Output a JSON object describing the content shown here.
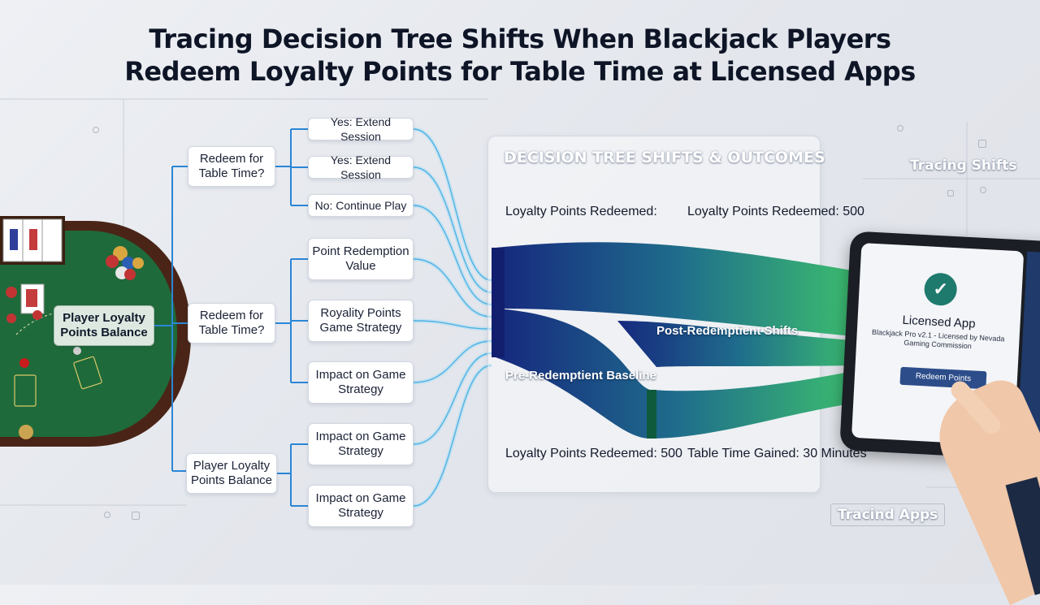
{
  "title": {
    "line1": "Tracing Decision Tree Shifts When Blackjack Players",
    "line2": "Redeem Loyalty Points for Table Time at Licensed Apps"
  },
  "tree": {
    "root": "Player Loyalty Points Balance",
    "level1": [
      "Redeem for Table Time?",
      "Redeem for Table Time?",
      "Player Loyalty Points Balance"
    ],
    "level2": [
      "Yes: Extend Session",
      "Yes: Extend Session",
      "No: Continue Play",
      "Point Redemption Value",
      "Royality Points Game Strategy",
      "Impact on Game Strategy",
      "Impact on Game Strategy",
      "Impact on Game Strategy"
    ]
  },
  "panel": {
    "title": "DECISION TREE SHIFTS & OUTCOMES",
    "top_left": "Loyalty Points Redeemed:",
    "top_right": "Loyalty Points Redeemed: 500",
    "post_label": "Post-Redemptient Shifts",
    "pre_label": "Pre-Redemptient Baseline",
    "bottom_left": "Loyalty Points Redeemed: 500",
    "bottom_right": "Table Time Gained: 30 Minutes"
  },
  "tablet": {
    "app_name": "Licensed App",
    "subtitle": "Blackjack Pro v2.1 - Licensed by Nevada Gaming Commission",
    "button": "Redeem Points",
    "icon": "check-badge-icon"
  },
  "side_labels": {
    "top": "Tracing Shifts",
    "bottom": "Tracind Apps"
  },
  "colors": {
    "tree_line": "#2a86d6",
    "glow_line": "#9fdcf3",
    "flow_start": "#16287e",
    "flow_end": "#3dbf6e",
    "felt": "#1f6a3a",
    "rail": "#4a2517"
  }
}
